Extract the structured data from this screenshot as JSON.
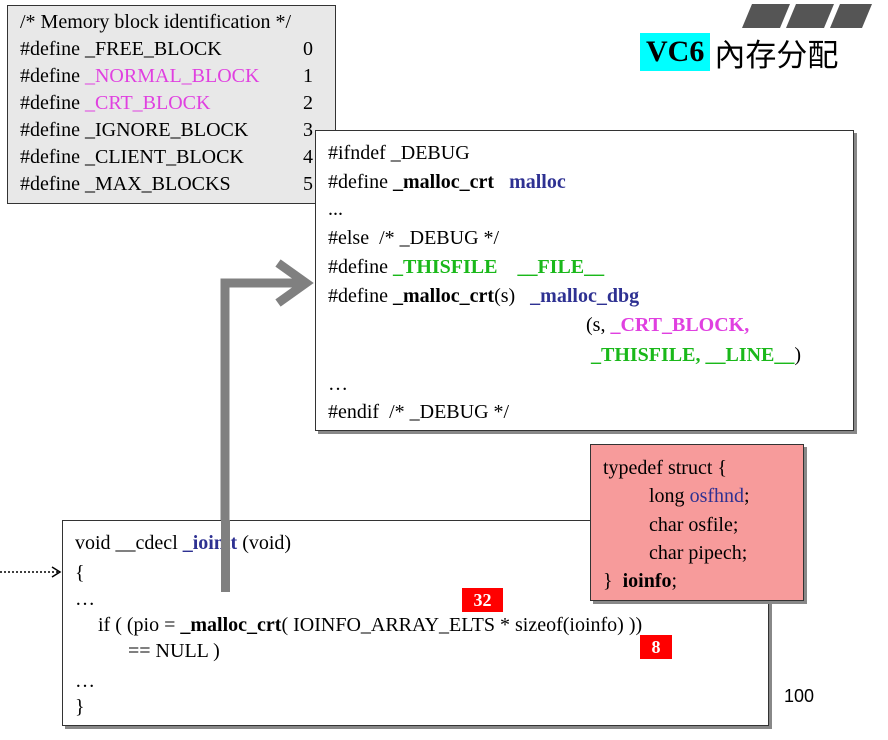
{
  "title": {
    "latin": "VC6",
    "cjk": "內存分配",
    "highlight_color": "#00ffff"
  },
  "block_ids": {
    "comment": "/* Memory block identification */",
    "rows": [
      {
        "kw": "#define ",
        "name": "_FREE_BLOCK",
        "val": "0",
        "color": "#000000"
      },
      {
        "kw": "#define ",
        "name": "_NORMAL_BLOCK",
        "val": "1",
        "color": "#e040e0"
      },
      {
        "kw": "#define ",
        "name": "_CRT_BLOCK",
        "val": "2",
        "color": "#e040e0"
      },
      {
        "kw": "#define ",
        "name": "_IGNORE_BLOCK",
        "val": "3",
        "color": "#000000"
      },
      {
        "kw": "#define ",
        "name": "_CLIENT_BLOCK",
        "val": "4",
        "color": "#000000"
      },
      {
        "kw": "#define ",
        "name": "_MAX_BLOCKS",
        "val": "5",
        "color": "#000000"
      }
    ]
  },
  "debug_box": {
    "l1": "#ifndef _DEBUG",
    "l2a": "#define ",
    "l2b": "_malloc_crt",
    "l2c": "malloc",
    "l3": "...",
    "l4": "#else  /* _DEBUG */",
    "l5a": "#define ",
    "l5b": "_THISFILE",
    "l5c": "__FILE__",
    "l6a": "#define ",
    "l6b": "_malloc_crt",
    "l6c": "(s)",
    "l6d": "_malloc_dbg",
    "l7a": "(s, ",
    "l7b": "_CRT_BLOCK,",
    "l8a": "_THISFILE, __LINE__",
    "l8b": ")",
    "l9": "…",
    "l10": "#endif  /* _DEBUG */"
  },
  "ioinit_box": {
    "l1a": "void __cdecl ",
    "l1b": "_ioinit",
    "l1c": " (void)",
    "l2": "{",
    "l3": "…",
    "l4a": "if ( (pio = ",
    "l4b": "_malloc_crt",
    "l4c": "( IOINFO_ARRAY_ELTS * sizeof(ioinfo) ))",
    "l5": "== NULL )",
    "l6": "…",
    "l7": "}"
  },
  "struct_box": {
    "l1": "typedef struct {",
    "l2a": "long ",
    "l2b": "osfhnd",
    "l2c": ";",
    "l3": "char osfile;",
    "l4": "char pipech;",
    "l5a": "}  ",
    "l5b": "ioinfo",
    "l5c": ";",
    "bg": "#f79b9b"
  },
  "badges": {
    "elts": "32",
    "size": "8"
  },
  "page_number": "100"
}
